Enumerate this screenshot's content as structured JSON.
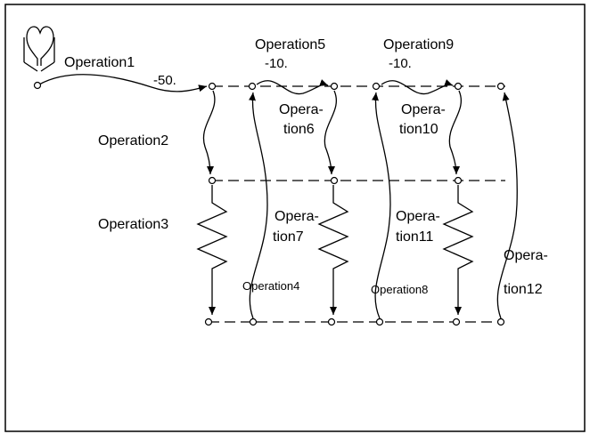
{
  "labels": {
    "op1": "Operation1",
    "op2": "Operation2",
    "op3": "Operation3",
    "op4": "Operation4",
    "op5": "Operation5",
    "op6_a": "Opera-",
    "op6_b": "tion6",
    "op7_a": "Opera-",
    "op7_b": "tion7",
    "op8": "Operation8",
    "op9": "Operation9",
    "op10_a": "Opera-",
    "op10_b": "tion10",
    "op11_a": "Opera-",
    "op11_b": "tion11",
    "op12_a": "Opera-",
    "op12_b": "tion12"
  },
  "values": {
    "depth_first": "-50.",
    "depth_second": "-10.",
    "depth_third": "-10."
  }
}
